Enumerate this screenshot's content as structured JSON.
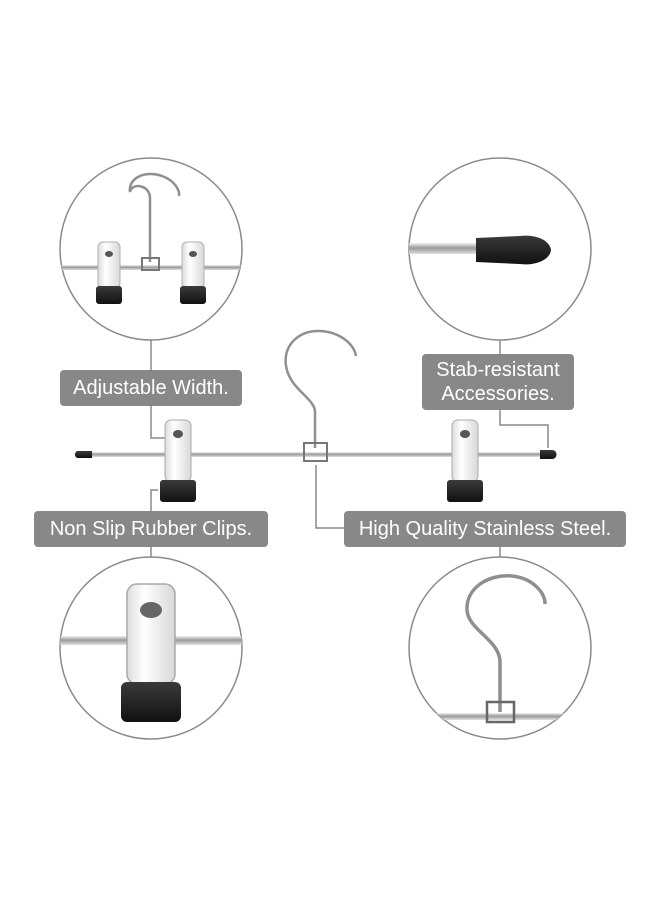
{
  "labels": {
    "adjustable_width": "Adjustable Width.",
    "stab_resistant_line1": "Stab-resistant",
    "stab_resistant_line2": "Accessories.",
    "non_slip": "Non Slip Rubber Clips.",
    "stainless_steel": "High Quality Stainless Steel."
  },
  "colors": {
    "label_background": "#888888",
    "label_text": "#ffffff",
    "circle_outline": "#8a8a8a",
    "rubber": "#1b1b1b",
    "clip_body": "#f4f4f4",
    "steel": "#b8b8b8"
  }
}
